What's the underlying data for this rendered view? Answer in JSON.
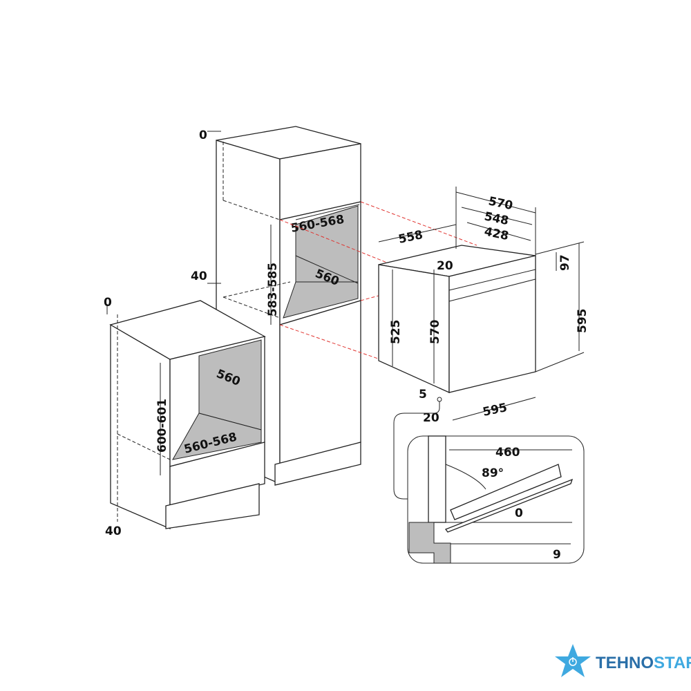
{
  "tall_cabinet": {
    "top_gap": "0",
    "side_gap": "40",
    "opening_height": "583-585",
    "opening_width": "560-568",
    "opening_depth": "560"
  },
  "base_cabinet": {
    "top_gap": "0",
    "bottom_gap": "40",
    "opening_height": "600-601",
    "opening_depth": "560",
    "opening_width": "560-568"
  },
  "oven": {
    "total_width": "570",
    "body_width": "548",
    "inner_width": "428",
    "depth": "558",
    "frame_offset": "20",
    "panel_height": "97",
    "body_height": "525",
    "front_height": "570",
    "total_height": "595",
    "bottom_offset": "5",
    "front_depth": "20",
    "front_width": "595"
  },
  "door_detail": {
    "door_length": "460",
    "open_angle": "89°",
    "top_clearance": "0",
    "bottom_clearance": "9"
  },
  "logo": {
    "part1": "TEHNO",
    "part2": "STAR",
    "colors": {
      "dark": "#2a6fa8",
      "light": "#3fa9e0"
    }
  }
}
